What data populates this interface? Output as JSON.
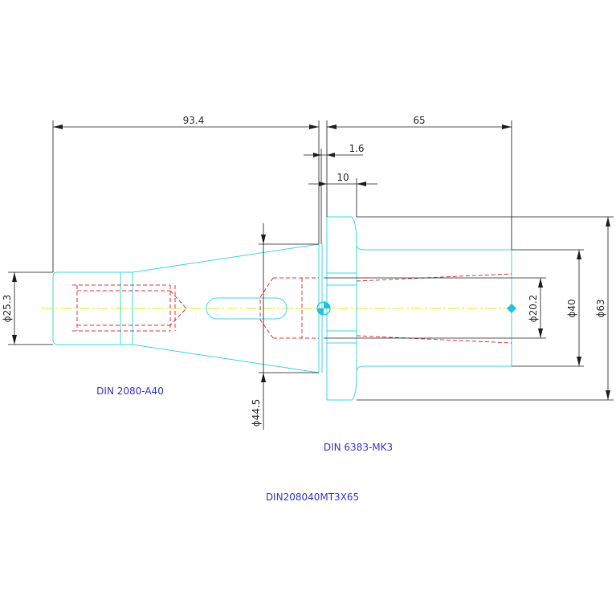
{
  "dimensions": {
    "length_a40": "93.4",
    "length_mk3": "65",
    "flange_gap": "1.6",
    "flange_width": "10",
    "dia_shank": "ϕ25.3",
    "dia_taper": "ϕ44.5",
    "dia_bore": "ϕ20.2",
    "dia_body": "ϕ40",
    "dia_flange": "ϕ63"
  },
  "labels": {
    "left_standard": "DIN 2080-A40",
    "right_standard": "DIN 6383-MK3",
    "part_number": "DIN208040MT3X65"
  },
  "colors": {
    "part_outline": "#47d7e6",
    "hidden_lines": "#e23c3c",
    "center_line": "#e8e830",
    "dimension_lines": "#222222",
    "label_text": "#3a3ad8",
    "background": "#ffffff"
  }
}
